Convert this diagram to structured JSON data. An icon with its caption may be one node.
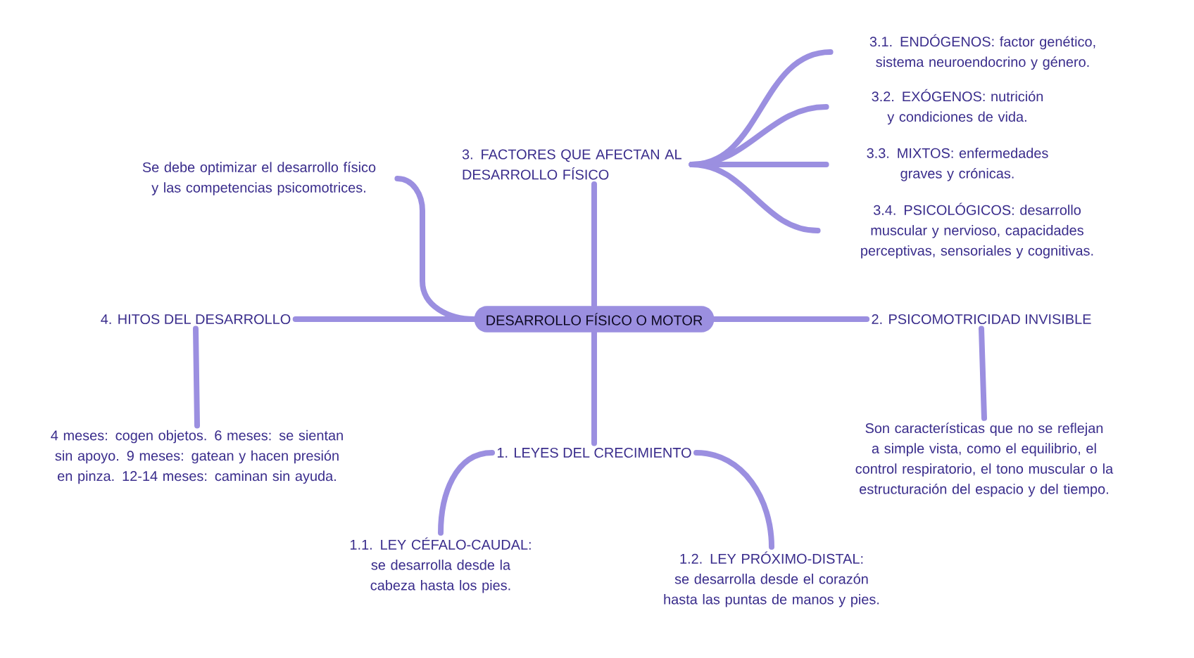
{
  "diagram": {
    "nodes": [
      {
        "text": [
          "DESARROLLO FÍSICO O MOTOR"
        ]
      },
      {
        "text": [
          "1.  LEYES DEL CRECIMIENTO"
        ]
      },
      {
        "text": [
          "1.1. LEY CÉFALO-CAUDAL: se desarrolla desde la cabeza hasta los pies."
        ]
      },
      {
        "text": [
          "1.2. LEY PRÓXIMO-DISTAL: se desarrolla desde el corazón hasta las puntas de manos y pies."
        ]
      },
      {
        "text": [
          "2.  PSICOMOTRICIDAD INVISIBLE"
        ]
      },
      {
        "text": [
          "Son características que no se reflejan a simple vista, como el equilibrio, el control respiratorio, el tono muscular o la estructuración del espacio y del tiempo."
        ]
      },
      {
        "text": [
          "3.  FACTORES QUE AFECTAN AL DESARROLLO FÍSICO"
        ]
      },
      {
        "text": [
          "3.1. ENDÓGENOS: factor genético, sistema neuroendocrino y género."
        ]
      },
      {
        "text": [
          "3.2. EXÓGENOS: nutrición y condiciones de vida."
        ]
      },
      {
        "text": [
          "3.3. MIXTOS: enfermedades graves y crónicas."
        ]
      },
      {
        "text": [
          "3.4. PSICOLÓGICOS: desarrollo muscular y nervioso, capacidades perceptivas, sensoriales y cognitivas."
        ]
      },
      {
        "text": [
          "4.  HITOS DEL DESARROLLO"
        ]
      },
      {
        "text": [
          "4 meses: cogen objetos. 6 meses: se sientan sin apoyo. 9 meses: gatean y hacen presión en pinza. 12-14 meses: caminan sin ayuda."
        ]
      },
      {
        "text": [
          "Se debe optimizar el desarrollo físico y las competencias psicomotrices."
        ]
      }
    ],
    "edges": [
      {
        "from": 0,
        "to": 1,
        "arrow": "none"
      },
      {
        "from": 1,
        "to": 2,
        "arrow": "none"
      },
      {
        "from": 1,
        "to": 3,
        "arrow": "none"
      },
      {
        "from": 0,
        "to": 4,
        "arrow": "none"
      },
      {
        "from": 4,
        "to": 5,
        "arrow": "none"
      },
      {
        "from": 0,
        "to": 6,
        "arrow": "none"
      },
      {
        "from": 6,
        "to": 7,
        "arrow": "none"
      },
      {
        "from": 6,
        "to": 8,
        "arrow": "none"
      },
      {
        "from": 6,
        "to": 9,
        "arrow": "none"
      },
      {
        "from": 6,
        "to": 10,
        "arrow": "none"
      },
      {
        "from": 0,
        "to": 11,
        "arrow": "none"
      },
      {
        "from": 11,
        "to": 12,
        "arrow": "none"
      },
      {
        "from": 0,
        "to": 13,
        "arrow": "none"
      }
    ]
  }
}
